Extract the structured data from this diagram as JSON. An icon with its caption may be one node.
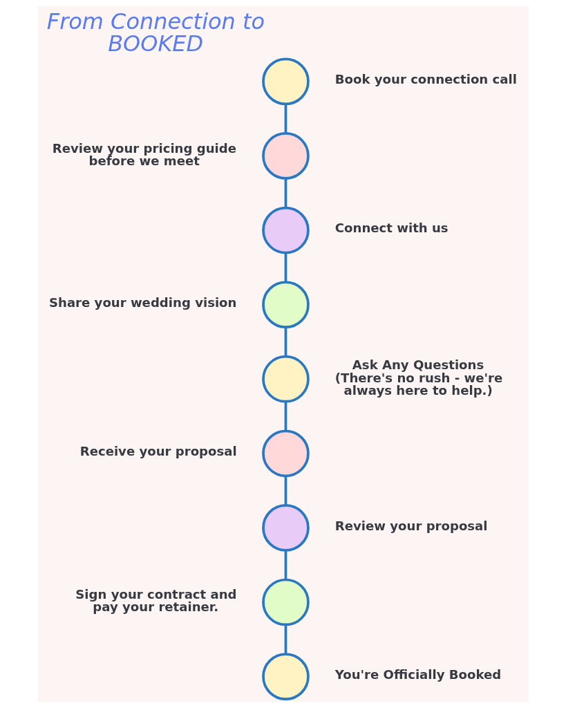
{
  "diagram": {
    "title": "From Connection to BOOKED",
    "nodes": [
      {
        "text": [],
        "shape": "circle",
        "beside": [
          "Book your connection call"
        ]
      },
      {
        "text": [],
        "shape": "circle",
        "beside": [
          "Review your pricing guide before we meet"
        ]
      },
      {
        "text": [],
        "shape": "circle",
        "beside": [
          "Connect with us"
        ]
      },
      {
        "text": [],
        "shape": "circle",
        "beside": [
          "Share your wedding vision"
        ]
      },
      {
        "text": [],
        "shape": "circle",
        "beside": [
          "Ask Any Questions (There's no rush - we're always here to help.)"
        ]
      },
      {
        "text": [],
        "shape": "circle",
        "beside": [
          "Receive your proposal"
        ]
      },
      {
        "text": [],
        "shape": "circle",
        "beside": [
          "Review your proposal"
        ]
      },
      {
        "text": [],
        "shape": "circle",
        "beside": [
          "Sign your contract and pay your retainer."
        ]
      },
      {
        "text": [],
        "shape": "circle",
        "beside": [
          "You're Officially Booked"
        ]
      }
    ],
    "edges": [
      {
        "from": 0,
        "to": 1,
        "arrow": "none"
      },
      {
        "from": 1,
        "to": 2,
        "arrow": "none"
      },
      {
        "from": 2,
        "to": 3,
        "arrow": "none"
      },
      {
        "from": 3,
        "to": 4,
        "arrow": "none"
      },
      {
        "from": 4,
        "to": 5,
        "arrow": "none"
      },
      {
        "from": 5,
        "to": 6,
        "arrow": "none"
      },
      {
        "from": 6,
        "to": 7,
        "arrow": "none"
      },
      {
        "from": 7,
        "to": 8,
        "arrow": "none"
      }
    ]
  }
}
